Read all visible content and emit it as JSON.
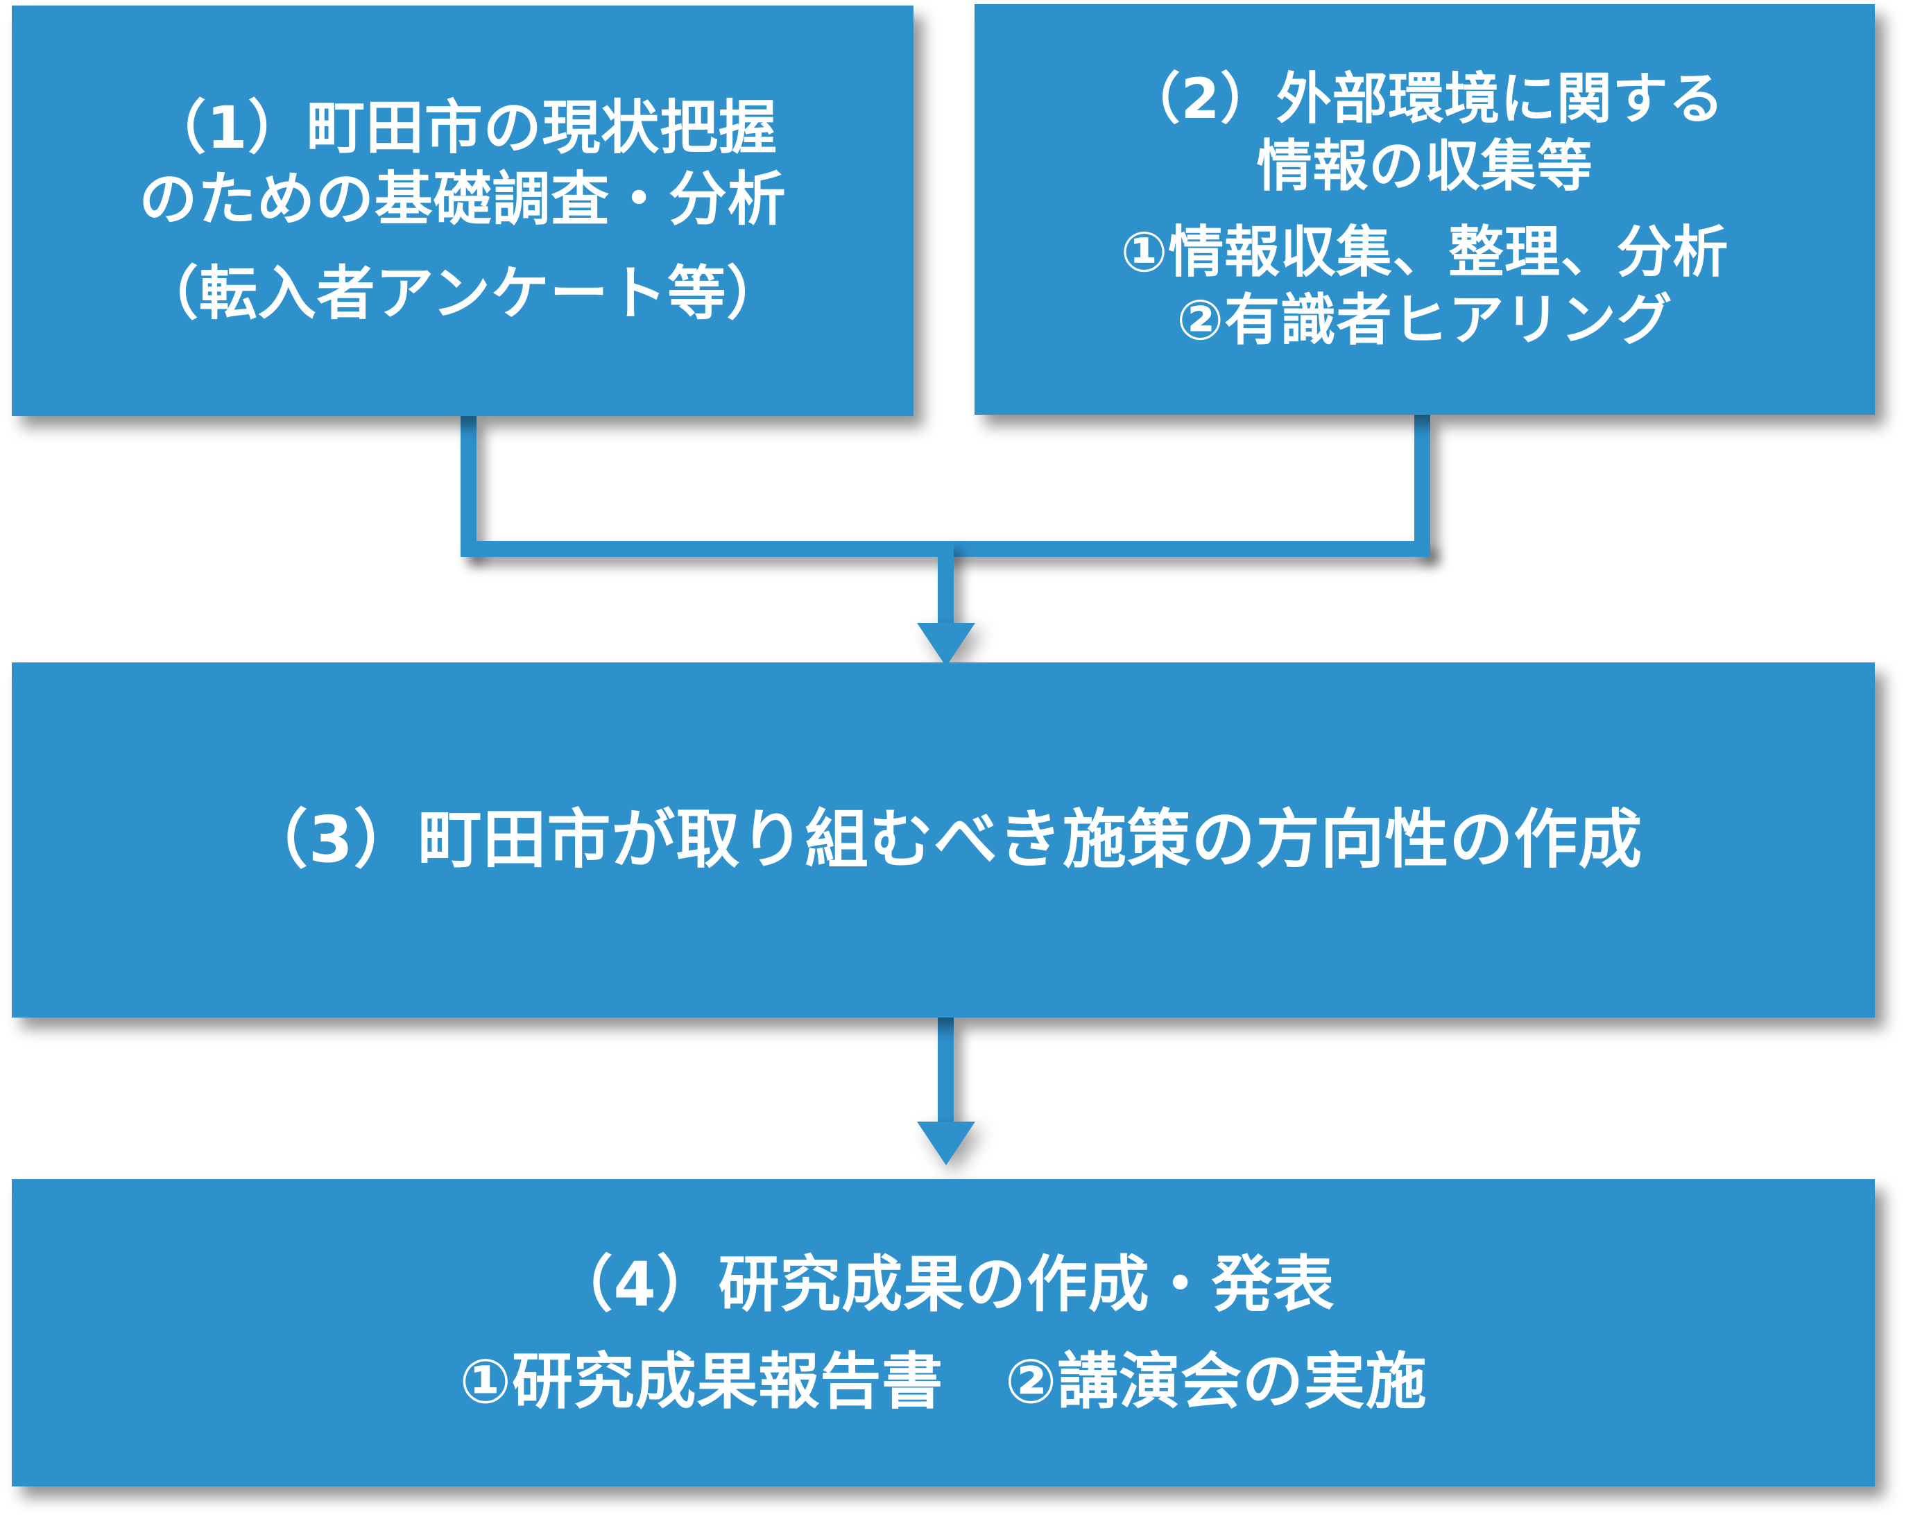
{
  "diagram": {
    "title": "",
    "accent_color": "#2E91CC",
    "text_color": "#FFFFFF",
    "background_color": "#FFFFFF",
    "nodes": [
      {
        "id": "step1",
        "name": "box-step-1",
        "lines": [
          "（1）町田市の現状把握",
          "のための基礎調査・分析",
          "（転入者アンケート等）"
        ]
      },
      {
        "id": "step2",
        "name": "box-step-2",
        "lines": [
          "（2）外部環境に関する",
          "情報の収集等",
          "①情報収集、整理、分析",
          "②有識者ヒアリング"
        ]
      },
      {
        "id": "step3",
        "name": "box-step-3",
        "lines": [
          "（3）町田市が取り組むべき施策の方向性の作成"
        ]
      },
      {
        "id": "step4",
        "name": "box-step-4",
        "lines": [
          "（4）研究成果の作成・発表",
          "①研究成果報告書　②講演会の実施"
        ]
      }
    ],
    "connectors": [
      {
        "from": "step1",
        "to": "step3",
        "style": "elbow-merge-arrow"
      },
      {
        "from": "step2",
        "to": "step3",
        "style": "elbow-merge-arrow"
      },
      {
        "from": "step3",
        "to": "step4",
        "style": "straight-arrow"
      }
    ]
  }
}
